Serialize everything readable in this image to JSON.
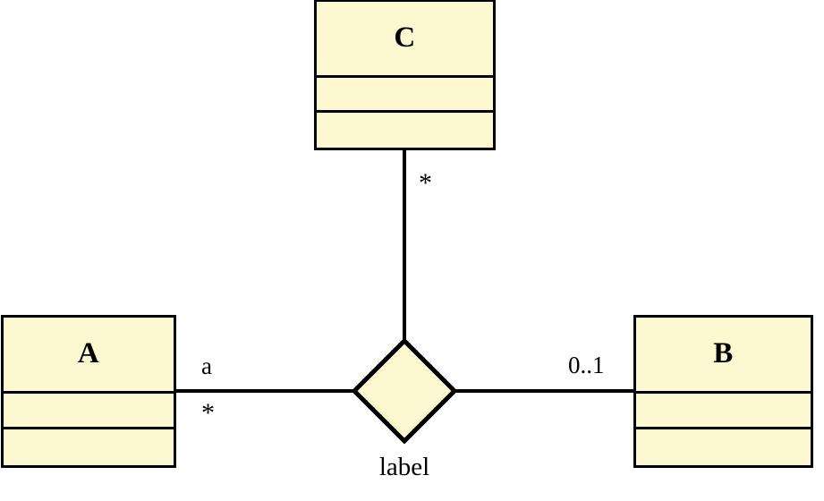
{
  "diagram": {
    "type": "uml-class-diagram",
    "background_color": "#ffffff",
    "class_fill_color": "#FCF8D0",
    "stroke_color": "#000000",
    "classes": [
      {
        "id": "C",
        "name": "C",
        "attributes_text": "",
        "operations_text": ""
      },
      {
        "id": "A",
        "name": "A",
        "attributes_text": "",
        "operations_text": ""
      },
      {
        "id": "B",
        "name": "B",
        "attributes_text": "",
        "operations_text": ""
      }
    ],
    "association": {
      "name": "label",
      "shape": "diamond",
      "ends": [
        {
          "target": "C",
          "multiplicity": "*",
          "role": ""
        },
        {
          "target": "A",
          "multiplicity": "*",
          "role": "a"
        },
        {
          "target": "B",
          "multiplicity": "0..1",
          "role": ""
        }
      ]
    }
  }
}
